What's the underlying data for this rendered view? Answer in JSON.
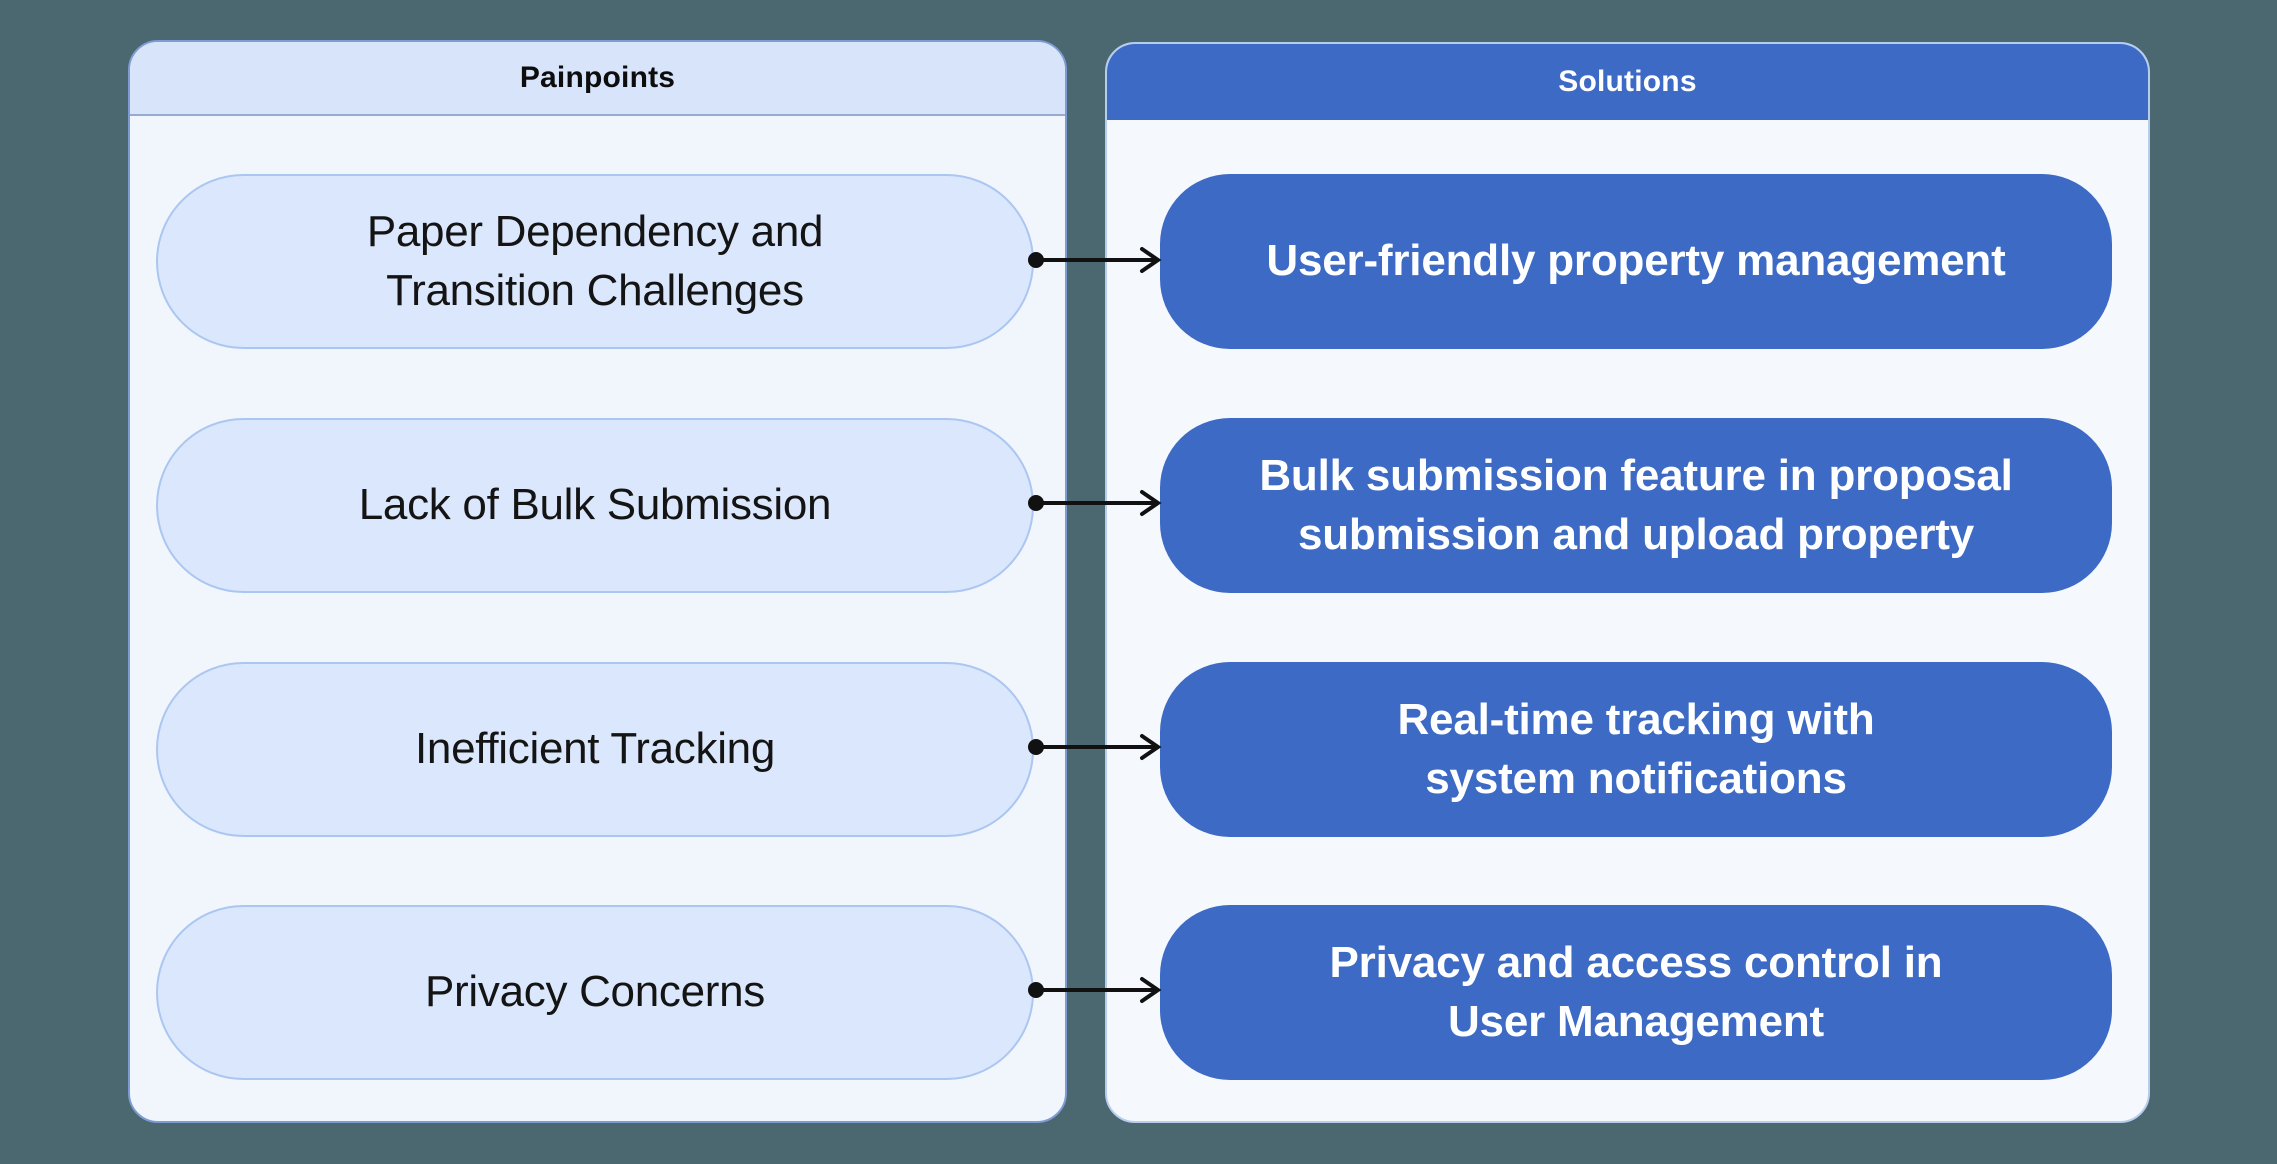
{
  "canvas": {
    "background_color": "#4b6770",
    "accent_blue": "#3c6ac4",
    "pill_light_fill": "#dbe7fc",
    "pill_light_border": "#abc6f0",
    "connector_color": "#111111"
  },
  "painpoints": {
    "title": "Painpoints",
    "items": [
      {
        "lines": [
          "Paper Dependency and",
          "Transition Challenges"
        ]
      },
      {
        "lines": [
          "Lack of Bulk Submission"
        ]
      },
      {
        "lines": [
          "Inefficient Tracking"
        ]
      },
      {
        "lines": [
          "Privacy Concerns"
        ]
      }
    ]
  },
  "solutions": {
    "title": "Solutions",
    "items": [
      {
        "lines": [
          "User-friendly property management"
        ]
      },
      {
        "lines": [
          "Bulk submission feature in proposal",
          "submission and upload property"
        ]
      },
      {
        "lines": [
          "Real-time tracking with",
          "system notifications"
        ]
      },
      {
        "lines": [
          "Privacy and access control in",
          "User Management"
        ]
      }
    ]
  },
  "connectors": {
    "style": "dot-to-arrow",
    "count": 4
  }
}
